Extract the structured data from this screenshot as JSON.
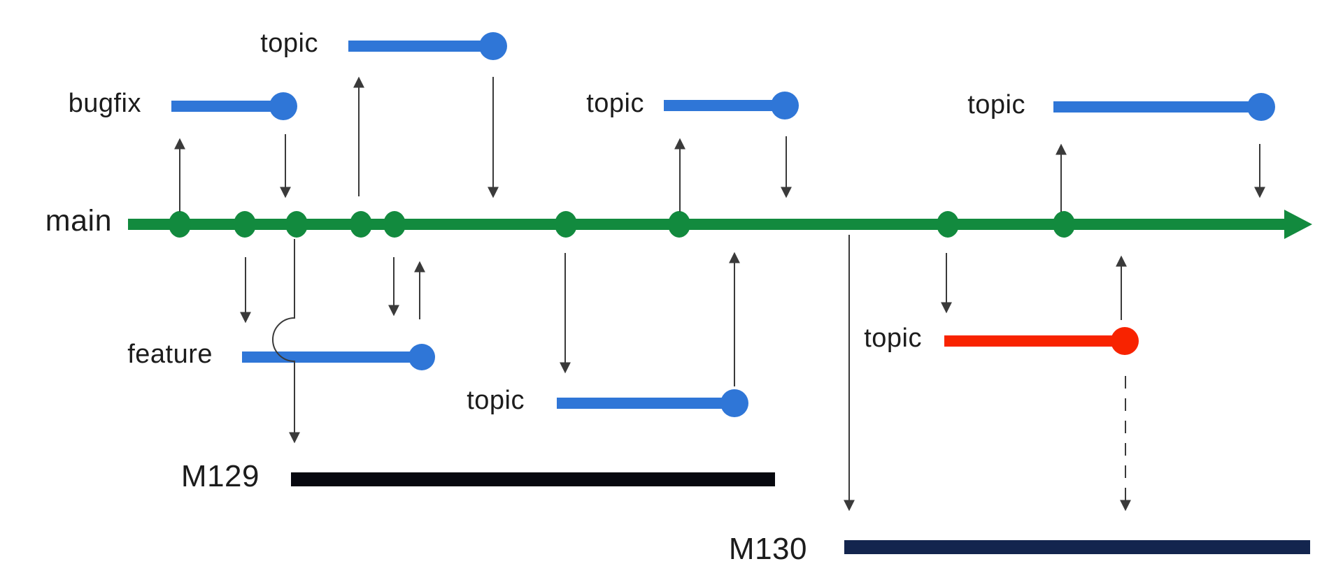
{
  "labels": {
    "main": "main",
    "topic_top": "topic",
    "bugfix": "bugfix",
    "topic_mid": "topic",
    "topic_right": "topic",
    "feature": "feature",
    "topic_bottom": "topic",
    "topic_red": "topic",
    "m129": "M129",
    "m130": "M130"
  },
  "colors": {
    "main-green": "#128a3e",
    "branch-blue": "#2f76d7",
    "branch-red": "#f82300",
    "bar-m129": "#07080f",
    "bar-m130": "#13254e",
    "arrow": "#3a3a3a",
    "text": "#1c1c1c"
  },
  "main_commit_count": 9,
  "milestones": [
    "M129",
    "M130"
  ]
}
